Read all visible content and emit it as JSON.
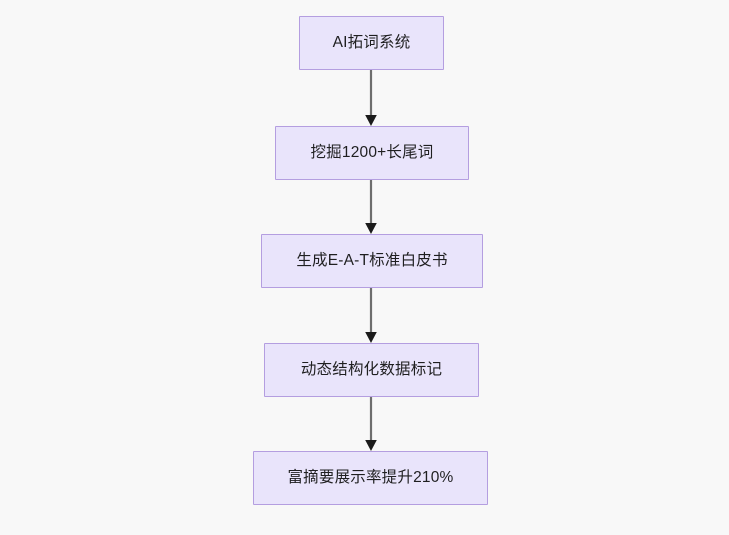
{
  "diagram": {
    "type": "flowchart",
    "direction": "top-to-bottom",
    "background_color": "#f8f8f8",
    "node_fill_color": "#e9e4fb",
    "node_border_color": "#b49ee0",
    "node_text_color": "#1f1f20",
    "edge_color": "#6e6e6e",
    "arrowhead_color": "#1b1b1b",
    "nodes": [
      {
        "id": "n1",
        "label": "AI拓词系统"
      },
      {
        "id": "n2",
        "label": "挖掘1200+长尾词"
      },
      {
        "id": "n3",
        "label": "生成E-A-T标准白皮书"
      },
      {
        "id": "n4",
        "label": "动态结构化数据标记"
      },
      {
        "id": "n5",
        "label": "富摘要展示率提升210%"
      }
    ],
    "edges": [
      {
        "from": "n1",
        "to": "n2",
        "label": ""
      },
      {
        "from": "n2",
        "to": "n3",
        "label": ""
      },
      {
        "from": "n3",
        "to": "n4",
        "label": ""
      },
      {
        "from": "n4",
        "to": "n5",
        "label": ""
      }
    ]
  }
}
